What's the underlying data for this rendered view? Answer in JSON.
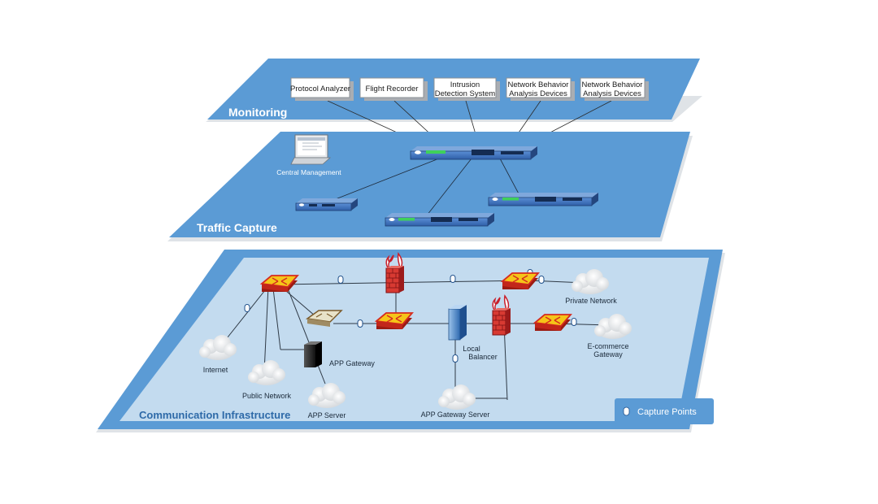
{
  "layers": {
    "monitoring": "Monitoring",
    "traffic_capture": "Traffic Capture",
    "communication": "Communication Infrastructure"
  },
  "monitoring_devices": [
    {
      "lines": [
        "Protocol Analyzer"
      ]
    },
    {
      "lines": [
        "Flight Recorder"
      ]
    },
    {
      "lines": [
        "Intrusion",
        "Detection System"
      ]
    },
    {
      "lines": [
        "Network Behavior",
        "Analysis Devices"
      ]
    },
    {
      "lines": [
        "Network Behavior",
        "Analysis Devices"
      ]
    }
  ],
  "traffic": {
    "central_management": "Central Management"
  },
  "infrastructure": {
    "internet": "Internet",
    "public_network": "Public Network",
    "app_gateway": "APP Gateway",
    "app_server": "APP Server",
    "local_balancer": [
      "Local",
      "Balancer"
    ],
    "app_gateway_server": "APP Gateway Server",
    "private_network": "Private Network",
    "ecommerce_gateway": [
      "E-commerce",
      "Gateway"
    ]
  },
  "legend": {
    "capture_points": "Capture Points"
  },
  "colors": {
    "layer_blue": "#5b9bd5",
    "layer_light": "#c9dff0",
    "router_yellow": "#f5c518",
    "router_red": "#d62b1f",
    "firewall_red": "#c8202b"
  }
}
